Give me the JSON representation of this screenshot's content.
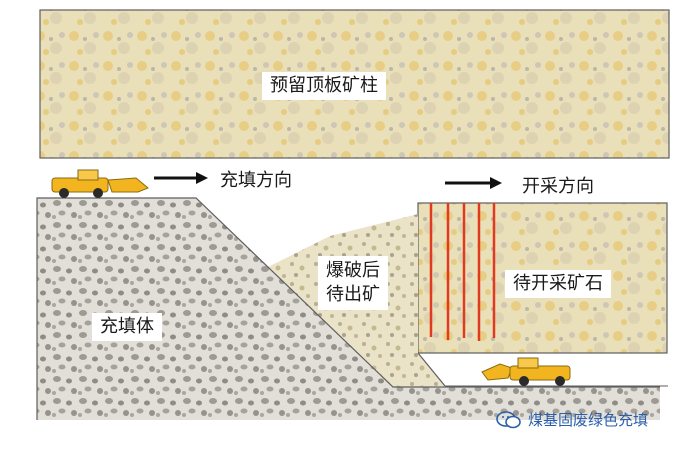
{
  "labels": {
    "pillar": "预留顶板矿柱",
    "fill_direction": "充填方向",
    "mining_direction": "开采方向",
    "broken_ore": "爆破后\n待出矿",
    "ore_to_mine": "待开采矿石",
    "backfill": "充填体"
  },
  "watermark": {
    "text": "煤基固废绿色充填",
    "icon": "wechat-icon"
  },
  "colors": {
    "ore": "#e7dcb2",
    "ore_speckle": "#e3c56a",
    "backfill": "#d9d5cc",
    "broken": "#e5dcbf",
    "blasthole": "#e23a1f",
    "loader": "#f2b51f"
  }
}
